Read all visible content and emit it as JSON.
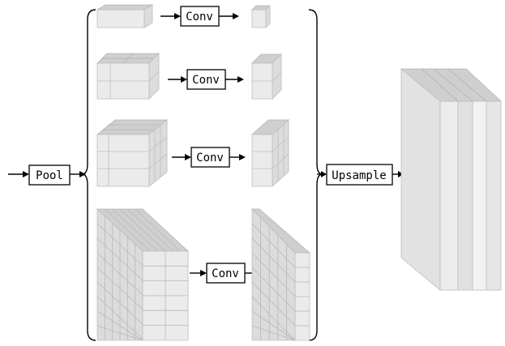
{
  "diagram": {
    "input_op": {
      "label": "Pool"
    },
    "branches": [
      {
        "conv_label": "Conv"
      },
      {
        "conv_label": "Conv"
      },
      {
        "conv_label": "Conv"
      },
      {
        "conv_label": "Conv"
      }
    ],
    "output_op": {
      "label": "Upsample"
    }
  }
}
